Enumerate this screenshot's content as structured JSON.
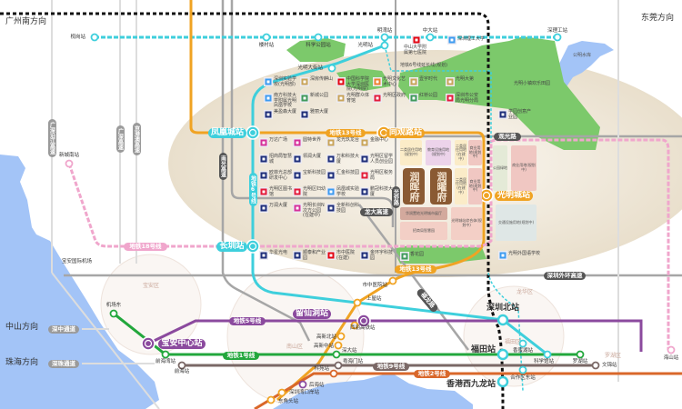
{
  "directions": {
    "guangzhou": "广州南方向",
    "dongguan": "东莞方向",
    "zhongshan": "中山方向",
    "zhuhai": "珠海方向"
  },
  "roads": {
    "nanguang": "南光高速",
    "guangqiao": "光侨路",
    "longda": "龙大高速",
    "waihuan": "深圳外环高速",
    "guanguang": "观光路",
    "fulong": "福龙路",
    "yanjiang": "广深沿江高速",
    "guangshen": "广深高速",
    "jinggangao": "京港澳高速",
    "shenzhong": "深中通道",
    "shenzhu": "深珠通道"
  },
  "lines": {
    "l13_top": "地铁13号线",
    "l6": "地铁6号线",
    "l18": "地铁18号线",
    "l13_bottom": "地铁13号线",
    "l5": "地铁5号线",
    "l1": "地铁1号线",
    "l9": "地铁9号线",
    "l2": "地铁2号线",
    "l6_ext": "地铁6号线延长线(规划)",
    "tag_building": "在建",
    "tag_plan": "规划"
  },
  "major_stations": {
    "fenghuangcheng": "凤凰城站",
    "changzhen": "长圳站",
    "tongguanlu": "同观路站",
    "guangmingcheng": "光明城站",
    "liuxiandong": "留仙洞站",
    "baoan_center": "宝安中心站",
    "shenzhen_north": "深圳北站",
    "futian": "福田站",
    "west_kowloon": "香港西九龙站"
  },
  "stations": {
    "jiangang": "枧岗站",
    "loucun": "楼村站",
    "kexuegongyuan": "科学公园站",
    "guangmingdajie": "光明大街站",
    "mingwan": "明湾站",
    "zhongda": "中大站",
    "shenligong": "深理工站",
    "guangming": "光明站",
    "xinchengnan": "新城南站",
    "jichangdong": "机场东",
    "qianhaiwan": "前海湾站",
    "qianhai": "前海站",
    "shangwu": "上屋站",
    "xili": "西丽高铁站",
    "gaoxinbei": "高新北站",
    "gaoxinzhong": "高新中站",
    "shenda": "深大站",
    "yuehaimen": "粤海门站",
    "keyuan": "科苑站",
    "houhai": "后海站",
    "shenzhenwan": "深圳湾口岸站",
    "dongjiaotou": "东角头站",
    "xiangmihu": "香蜜湖站",
    "kexueguan": "科学馆站",
    "luohu": "罗湖站",
    "wenjin": "文锦站",
    "hezuoqu": "合作区东站",
    "haishan": "海山站",
    "shizhongyiyuan": "市中医院站"
  },
  "places": {
    "airport": "宝安国际机场",
    "reservoir": "公明水库",
    "baoan": "宝安区",
    "nanshan": "南山区",
    "longhua": "龙华区",
    "futian": "福田区",
    "luohu": "罗湖区",
    "happy_farm": "光明小镇欢乐田园"
  },
  "pois": [
    {
      "label": "深圳实验学校(光明部)",
      "type": "school"
    },
    {
      "label": "深房传麒山",
      "type": "residential"
    },
    {
      "label": "中国科学院大学深圳医院(光明院)",
      "type": "hospital"
    },
    {
      "label": "光明文化艺术中心",
      "type": "culture"
    },
    {
      "label": "壹宇时代",
      "type": "residential"
    },
    {
      "label": "光明大第",
      "type": "residential"
    },
    {
      "label": "南方科技大学附属光明凤凰学校",
      "type": "school"
    },
    {
      "label": "新城公园",
      "type": "park"
    },
    {
      "label": "光明群众体育馆",
      "type": "residential"
    },
    {
      "label": "光明区政府",
      "type": "government"
    },
    {
      "label": "红桥公园",
      "type": "park"
    },
    {
      "label": "深圳市公安局光明分局",
      "type": "government"
    },
    {
      "label": "美盈森大厦",
      "type": "office"
    },
    {
      "label": "雅丽大厦",
      "type": "office"
    },
    {
      "label": "中山大学附属第七医院",
      "type": "hospital"
    },
    {
      "label": "深圳理工大学",
      "type": "school"
    },
    {
      "label": "学园创意产业园",
      "type": "office"
    },
    {
      "label": "万达广场",
      "type": "mall"
    },
    {
      "label": "圆特世界",
      "type": "mall"
    },
    {
      "label": "龙光玖龙台",
      "type": "residential"
    },
    {
      "label": "金融中心",
      "type": "residential"
    },
    {
      "label": "招商局智慧城",
      "type": "office"
    },
    {
      "label": "领润大厦",
      "type": "office"
    },
    {
      "label": "万和科技大厦",
      "type": "office"
    },
    {
      "label": "光明区留学人员创业园",
      "type": "office"
    },
    {
      "label": "欧菲光总部研发中心",
      "type": "office"
    },
    {
      "label": "宝新科技园",
      "type": "office"
    },
    {
      "label": "汇金科技园",
      "type": "office"
    },
    {
      "label": "光明区税务局",
      "type": "government"
    },
    {
      "label": "光明区图书馆",
      "type": "government"
    },
    {
      "label": "光明区妇幼院",
      "type": "government"
    },
    {
      "label": "凤凰城实验学校",
      "type": "school"
    },
    {
      "label": "鹏冠科技大厦",
      "type": "office"
    },
    {
      "label": "万润大厦",
      "type": "office"
    },
    {
      "label": "光明长圳N次方公园(在建中)",
      "type": "mall"
    },
    {
      "label": "全新科创科技园",
      "type": "office"
    },
    {
      "label": "华星光电",
      "type": "office"
    },
    {
      "label": "顺泰和产业园",
      "type": "office"
    },
    {
      "label": "市中医院(在建)",
      "type": "hospital"
    },
    {
      "label": "金环宇科技园",
      "type": "office"
    },
    {
      "label": "光明外国语学校",
      "type": "school"
    },
    {
      "label": "香花园",
      "type": "park"
    }
  ],
  "projects": {
    "runhui": "润晖府",
    "runyao": "润曜府"
  },
  "land": {
    "res2_plan": "二类居住用地(规划中)",
    "edu_plan": "教育设施用地(规划中)",
    "res2_build": "二类居住用地(在建中)",
    "res2_build_b": "二类居住用地(在建中)",
    "comm_plan_a": "商业用地(规划中)",
    "comm_plan_b": "商业用地(规划中)",
    "showroom": "华润置地光明城市展厅",
    "cm_park": "招商局智慧园",
    "complex": "光明城站综合体(规划中)",
    "green": "公园绿地",
    "comm_plan_c": "商业用地(规划中)",
    "transport": "交通设施用地(规划中)"
  },
  "colors": {
    "line6": "#3ecfdc",
    "line13": "#f0a323",
    "line18": "#f0a6cc",
    "line5": "#8b4a9e",
    "line1": "#22a73c",
    "line9": "#7a6866",
    "line2": "#d9672a",
    "rail": "#111111",
    "park": "#7cc96b",
    "water": "#a3c4f7",
    "zone": "#efe7d8",
    "road": "#9a9a9a"
  }
}
